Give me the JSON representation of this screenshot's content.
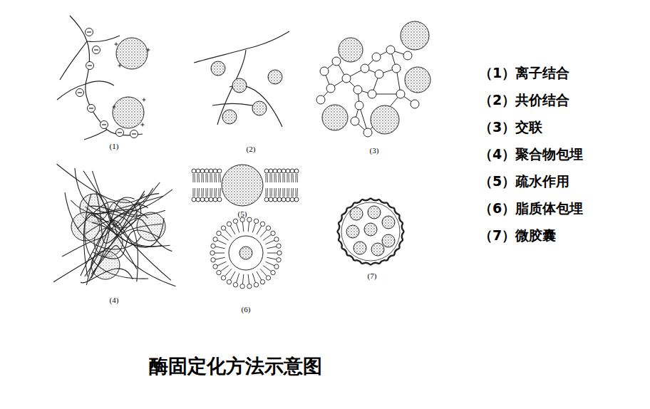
{
  "diagram": {
    "caption": "酶固定化方法示意图",
    "labels": [
      "(1)",
      "(2)",
      "(3)",
      "(4)",
      "(5)",
      "(6)",
      "(7)",
      "（1）离子结合",
      "（2）共价结合",
      "（3）交联",
      "（4）聚合物包埋",
      "（5）疏水作用",
      "（6）脂质体包埋",
      "（7）微胶囊"
    ]
  }
}
